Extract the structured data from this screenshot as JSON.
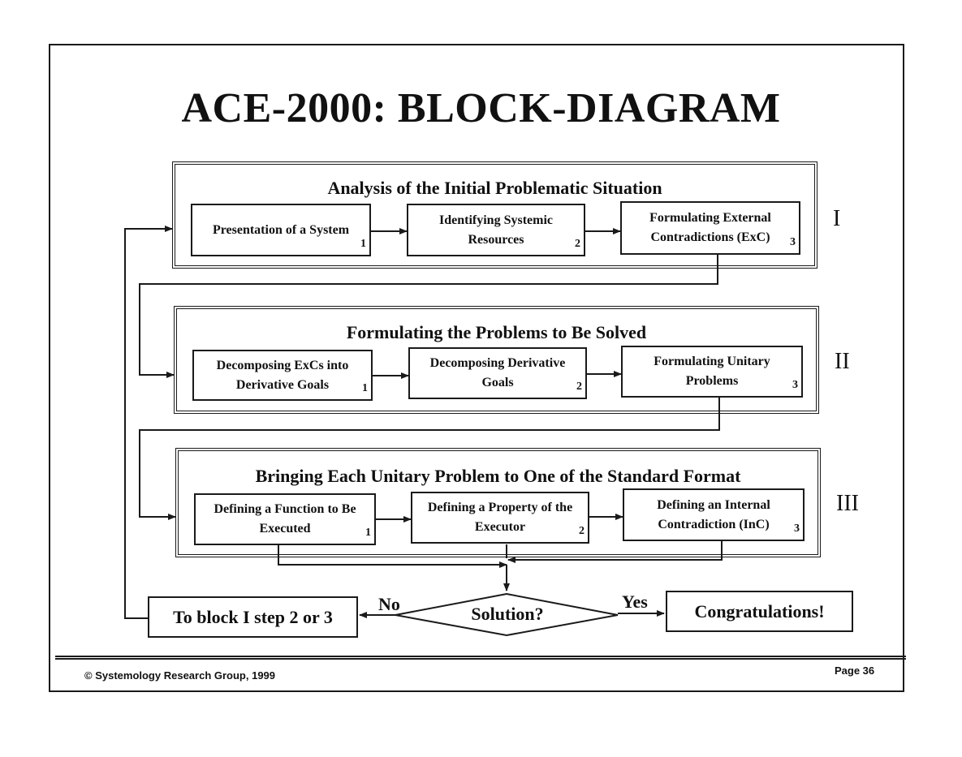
{
  "title": "ACE-2000: BLOCK-DIAGRAM",
  "stages": [
    {
      "title": "Analysis of the Initial Problematic Situation",
      "roman": "I",
      "steps": [
        {
          "label": "Presentation of a System",
          "num": "1"
        },
        {
          "label": "Identifying Systemic Resources",
          "num": "2"
        },
        {
          "label": "Formulating External Contradictions (ExC)",
          "num": "3"
        }
      ]
    },
    {
      "title": "Formulating the Problems to Be Solved",
      "roman": "II",
      "steps": [
        {
          "label": "Decomposing ExCs into Derivative Goals",
          "num": "1"
        },
        {
          "label": "Decomposing Derivative Goals",
          "num": "2"
        },
        {
          "label": "Formulating Unitary Problems",
          "num": "3"
        }
      ]
    },
    {
      "title": "Bringing Each Unitary Problem to One of the Standard Format",
      "roman": "III",
      "steps": [
        {
          "label": "Defining a Function to Be Executed",
          "num": "1"
        },
        {
          "label": "Defining a Property of the Executor",
          "num": "2"
        },
        {
          "label": "Defining an Internal Contradiction (InC)",
          "num": "3"
        }
      ]
    }
  ],
  "decision": {
    "label": "Solution?",
    "no_label": "No",
    "yes_label": "Yes",
    "no_target": "To block I step 2 or 3",
    "yes_target": "Congratulations!"
  },
  "footer": {
    "copyright": "© Systemology Research Group, 1999",
    "page": "Page 36"
  }
}
